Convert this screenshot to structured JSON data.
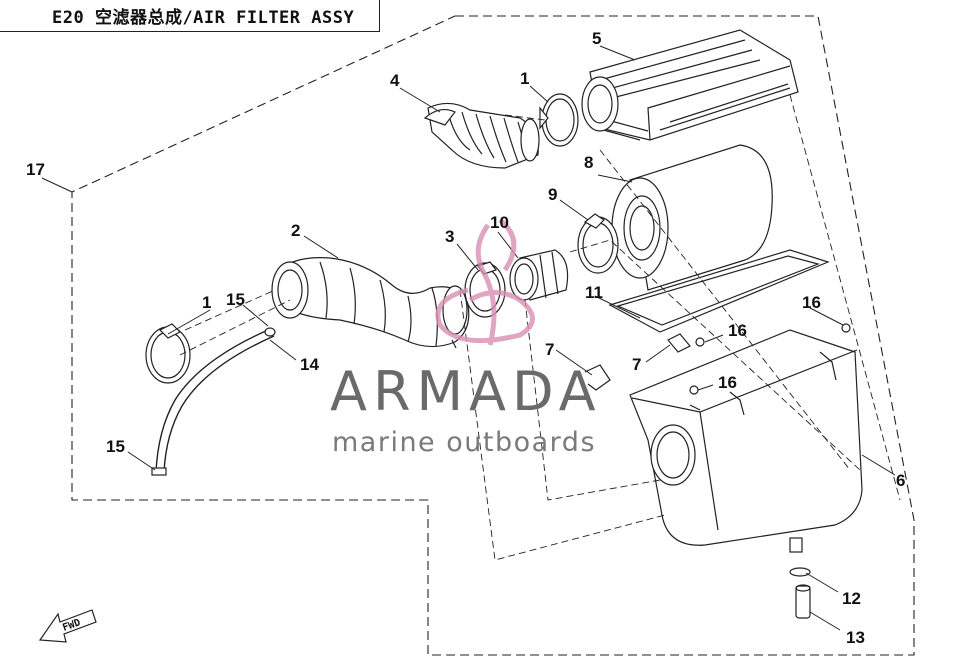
{
  "title": "E20  空滤器总成/AIR FILTER ASSY",
  "callouts": {
    "c1a": "1",
    "c1b": "1",
    "c2": "2",
    "c3": "3",
    "c4": "4",
    "c5": "5",
    "c6": "6",
    "c7a": "7",
    "c7b": "7",
    "c8": "8",
    "c9": "9",
    "c10": "10",
    "c11": "11",
    "c12": "12",
    "c13": "13",
    "c14": "14",
    "c15a": "15",
    "c15b": "15",
    "c16a": "16",
    "c16b": "16",
    "c16c": "16",
    "c17": "17"
  },
  "watermark": {
    "name": "ARMADA",
    "tagline": "marine outboards",
    "color": "#d98fb4"
  },
  "fwd_label": "FWD"
}
